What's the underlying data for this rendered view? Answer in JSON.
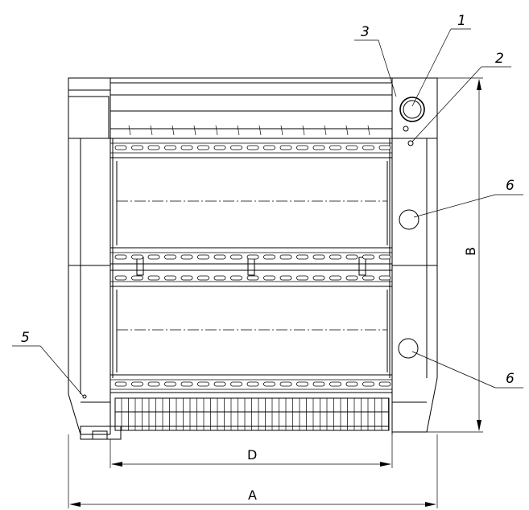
{
  "callouts": {
    "c1": "1",
    "c2": "2",
    "c3": "3",
    "c5": "5",
    "c6a": "6",
    "c6b": "6"
  },
  "dimensions": {
    "width_overall": "A",
    "width_inner": "D",
    "height": "B"
  }
}
